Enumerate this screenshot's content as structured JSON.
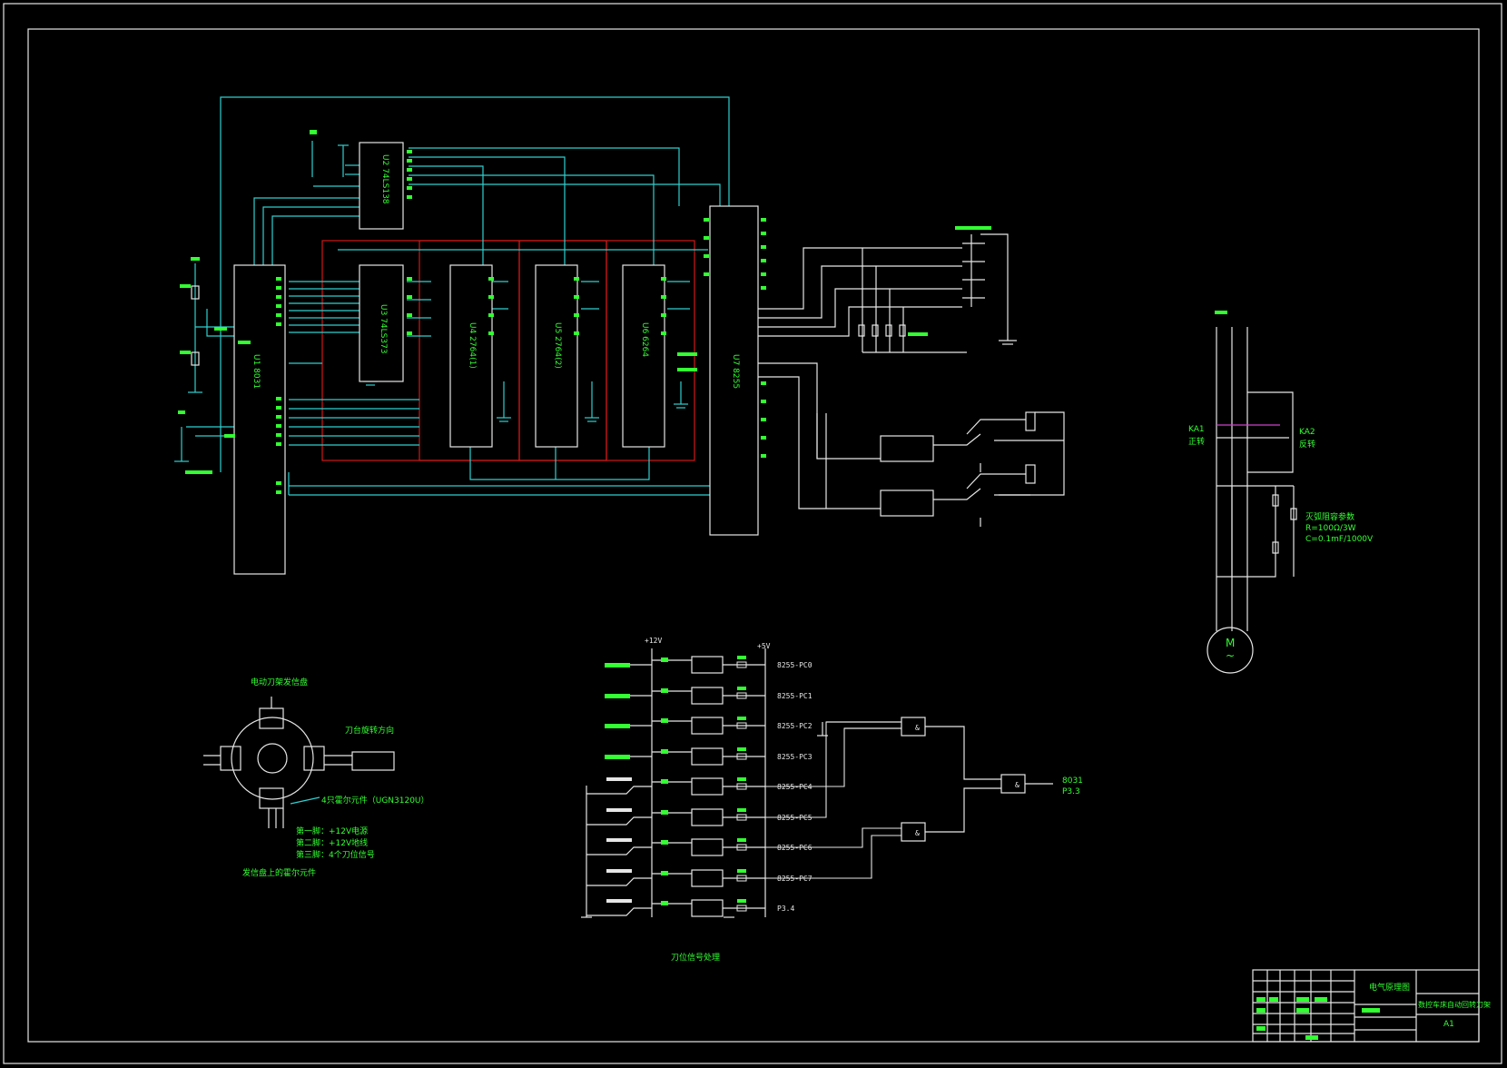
{
  "drawing": {
    "background": "#000000",
    "line_color": "#2fd0d0",
    "label_color": "#33ff33",
    "wire_color": "#e6e6e6",
    "bus_color": "#d01818"
  },
  "chips": {
    "u1": "U1 8031",
    "u2": "U2 74LS138",
    "u3": "U3 74LS373",
    "u4": "U4 2764(1)",
    "u5": "U5 2764(2)",
    "u6": "U6 6264",
    "u7": "U7 8255"
  },
  "signal_section": {
    "v12": "+12V",
    "v5": "+5V",
    "outputs": [
      "8255-PC0",
      "8255-PC1",
      "8255-PC2",
      "8255-PC3",
      "8255-PC4",
      "8255-PC5",
      "8255-PC6",
      "8255-PC7",
      "P3.4"
    ],
    "gate_out_1": "8031",
    "gate_out_2": "P3.3",
    "caption": "刀位信号处理"
  },
  "hall_section": {
    "top_label": "电动刀架发信盘",
    "direction_label": "刀台旋转方向",
    "element_label": "4只霍尔元件（UGN3120U）",
    "pin1": "第一脚：+12V电源",
    "pin2": "第二脚：+12V地线",
    "pin3": "第三脚：4个刀位信号",
    "caption": "发信盘上的霍尔元件"
  },
  "motor_section": {
    "ka1": "KA1",
    "ka1_sub": "正转",
    "ka2": "KA2",
    "ka2_sub": "反转",
    "rc_title": "灭弧阻容参数",
    "rc_r": "R=100Ω/3W",
    "rc_c": "C=0.1mF/1000V",
    "motor_letter": "M",
    "motor_symbol": "~"
  },
  "title_block": {
    "drawing_name": "电气原理图",
    "project": "数控车床自动回转刀架",
    "sheet": "A1"
  }
}
